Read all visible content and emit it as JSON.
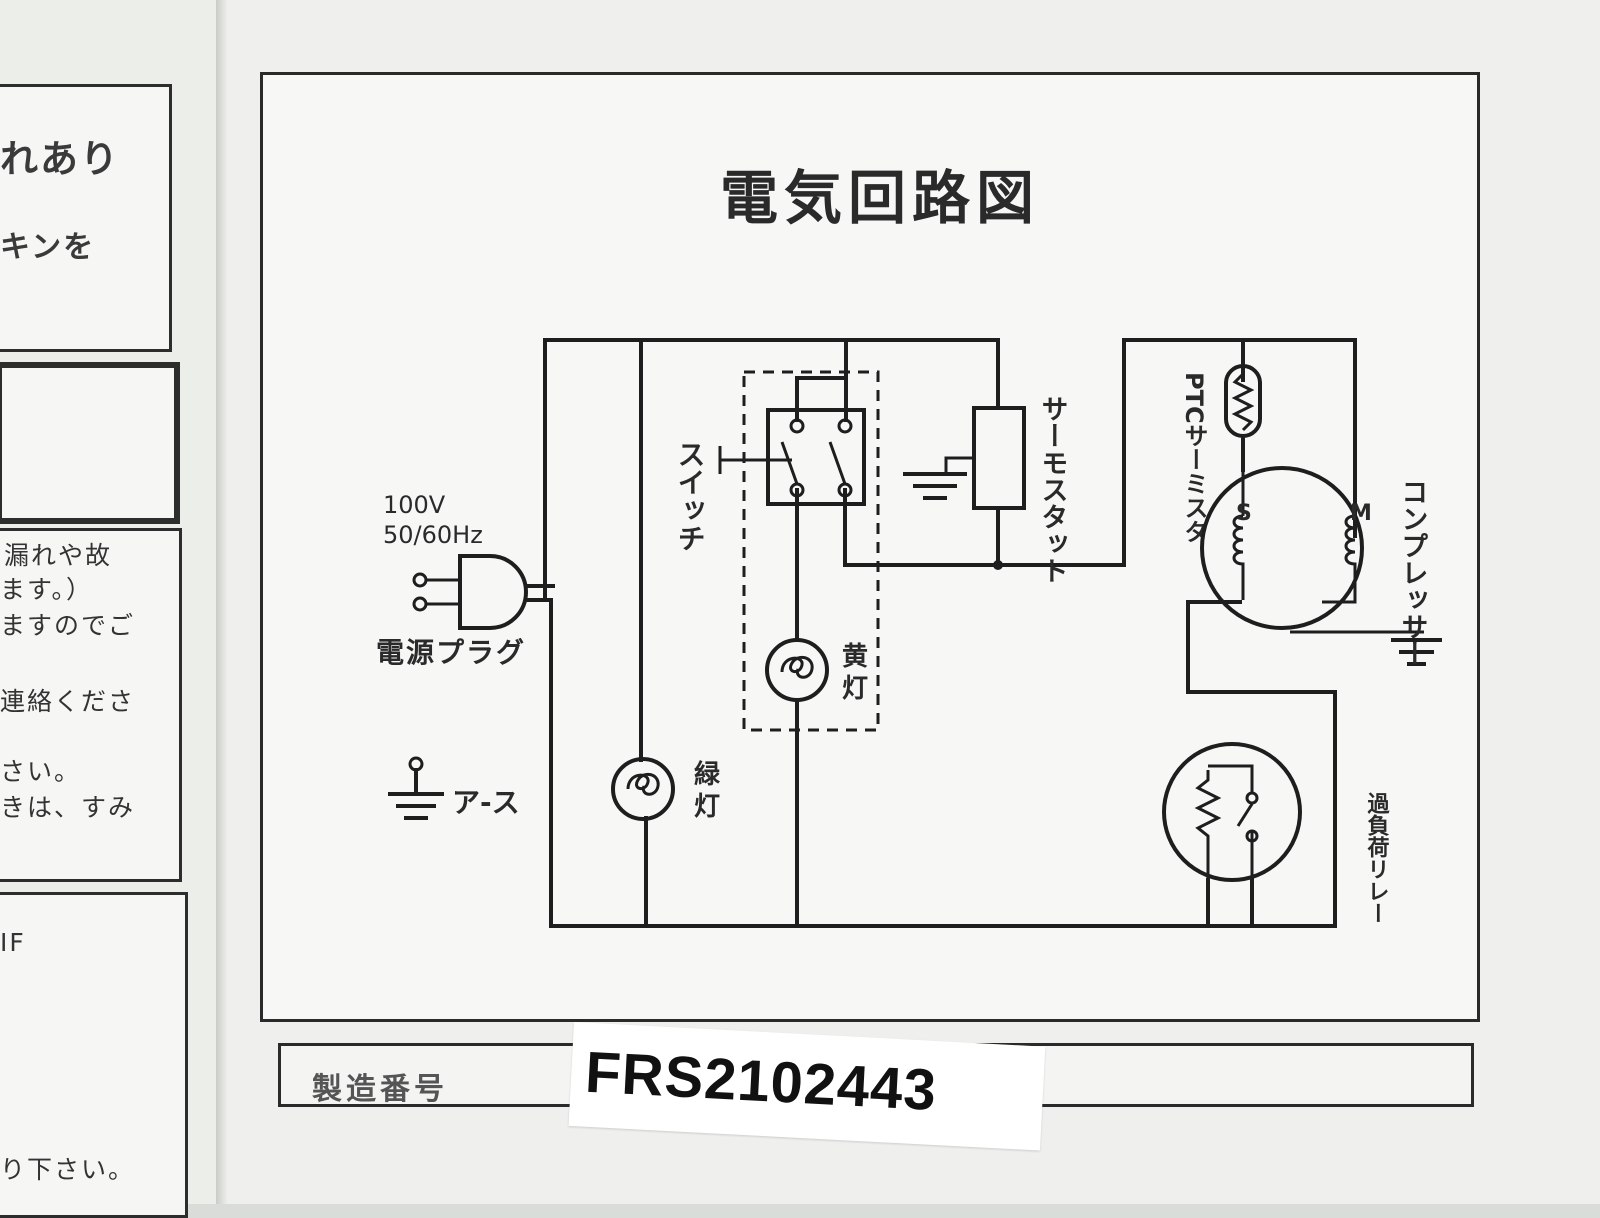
{
  "left_panel": {
    "fragment_1": "れあり",
    "fragment_2": "キンを",
    "fragment_3": "漏れや故",
    "fragment_4": "ます。）",
    "fragment_5": "ますのでご",
    "fragment_6": "連絡くださ",
    "fragment_7": "さい。",
    "fragment_8": "きは、すみ",
    "fragment_9": "IF",
    "fragment_10": "り下さい。"
  },
  "diagram": {
    "title": "電気回路図",
    "power_rating_voltage": "100V",
    "power_rating_frequency": "50/60Hz",
    "power_plug_label": "電源プラグ",
    "earth_label": "ア-ス",
    "switch_label": "スイッチ",
    "thermostat_label": "サーモスタット",
    "ptc_label": "PTCサーミスタ",
    "compressor_label": "コンプレッサー",
    "yellow_lamp_label": "黄灯",
    "green_lamp_label": "緑灯",
    "overload_relay_label": "過負荷リレー",
    "winding_s": "S",
    "winding_m": "M"
  },
  "serial": {
    "label": "製造番号",
    "value": "FRS2102443"
  }
}
